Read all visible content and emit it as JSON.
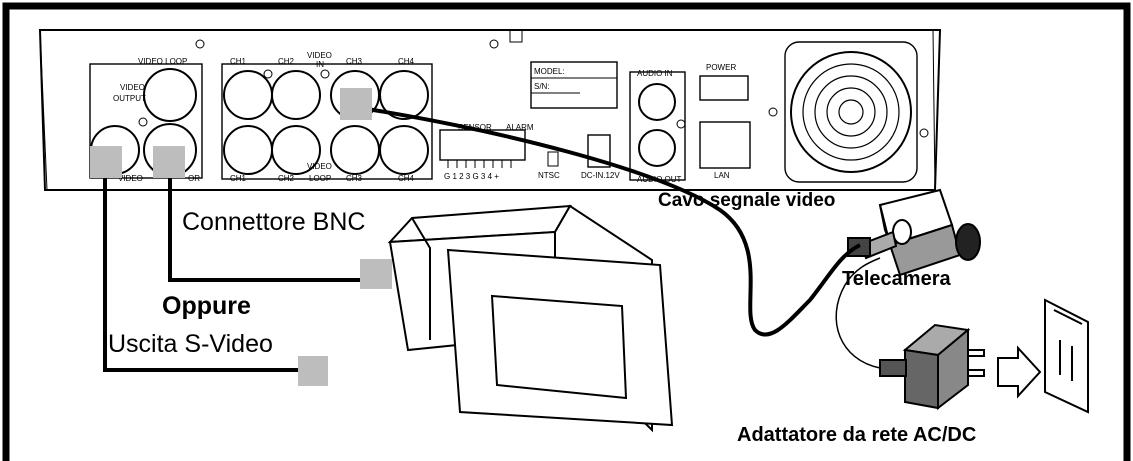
{
  "labels": {
    "bnc_connector": "Connettore BNC",
    "or": "Oppure",
    "svideo_output": "Uscita S-Video",
    "video_cable": "Cavo segnale video",
    "camera": "Telecamera",
    "adapter": "Adattatore da rete AC/DC"
  },
  "panel": {
    "video_loop_top": "VIDEO  LOOP",
    "video_output_1": "VIDEO",
    "video_output_2": "OUTPUT",
    "ch1": "CH1",
    "ch2": "CH2",
    "ch3": "CH3",
    "ch4": "CH4",
    "video_in_1": "VIDEO",
    "video_in_2": "IN",
    "video_loop_bottom_1": "VIDEO",
    "video_loop_bottom_2": "LOOP",
    "video_bottom": "VIDEO",
    "s_video_bottom": "OR",
    "sensor": "SENSOR",
    "alarm": "ALARM",
    "terminals": "G 1 2 3 G 3 4 +",
    "ntsc": "NTSC",
    "dc_in": "DC-IN.12V",
    "model": "MODEL:",
    "sn": "S/N:",
    "audio_in": "AUDIO  IN",
    "audio_out": "AUDIO  OUT",
    "power": "POWER",
    "lan": "LAN"
  },
  "colors": {
    "frame": "#000000",
    "connector_marker": "#bdbdbd",
    "cable": "#000000",
    "equipment_fill": "#ffffff"
  }
}
